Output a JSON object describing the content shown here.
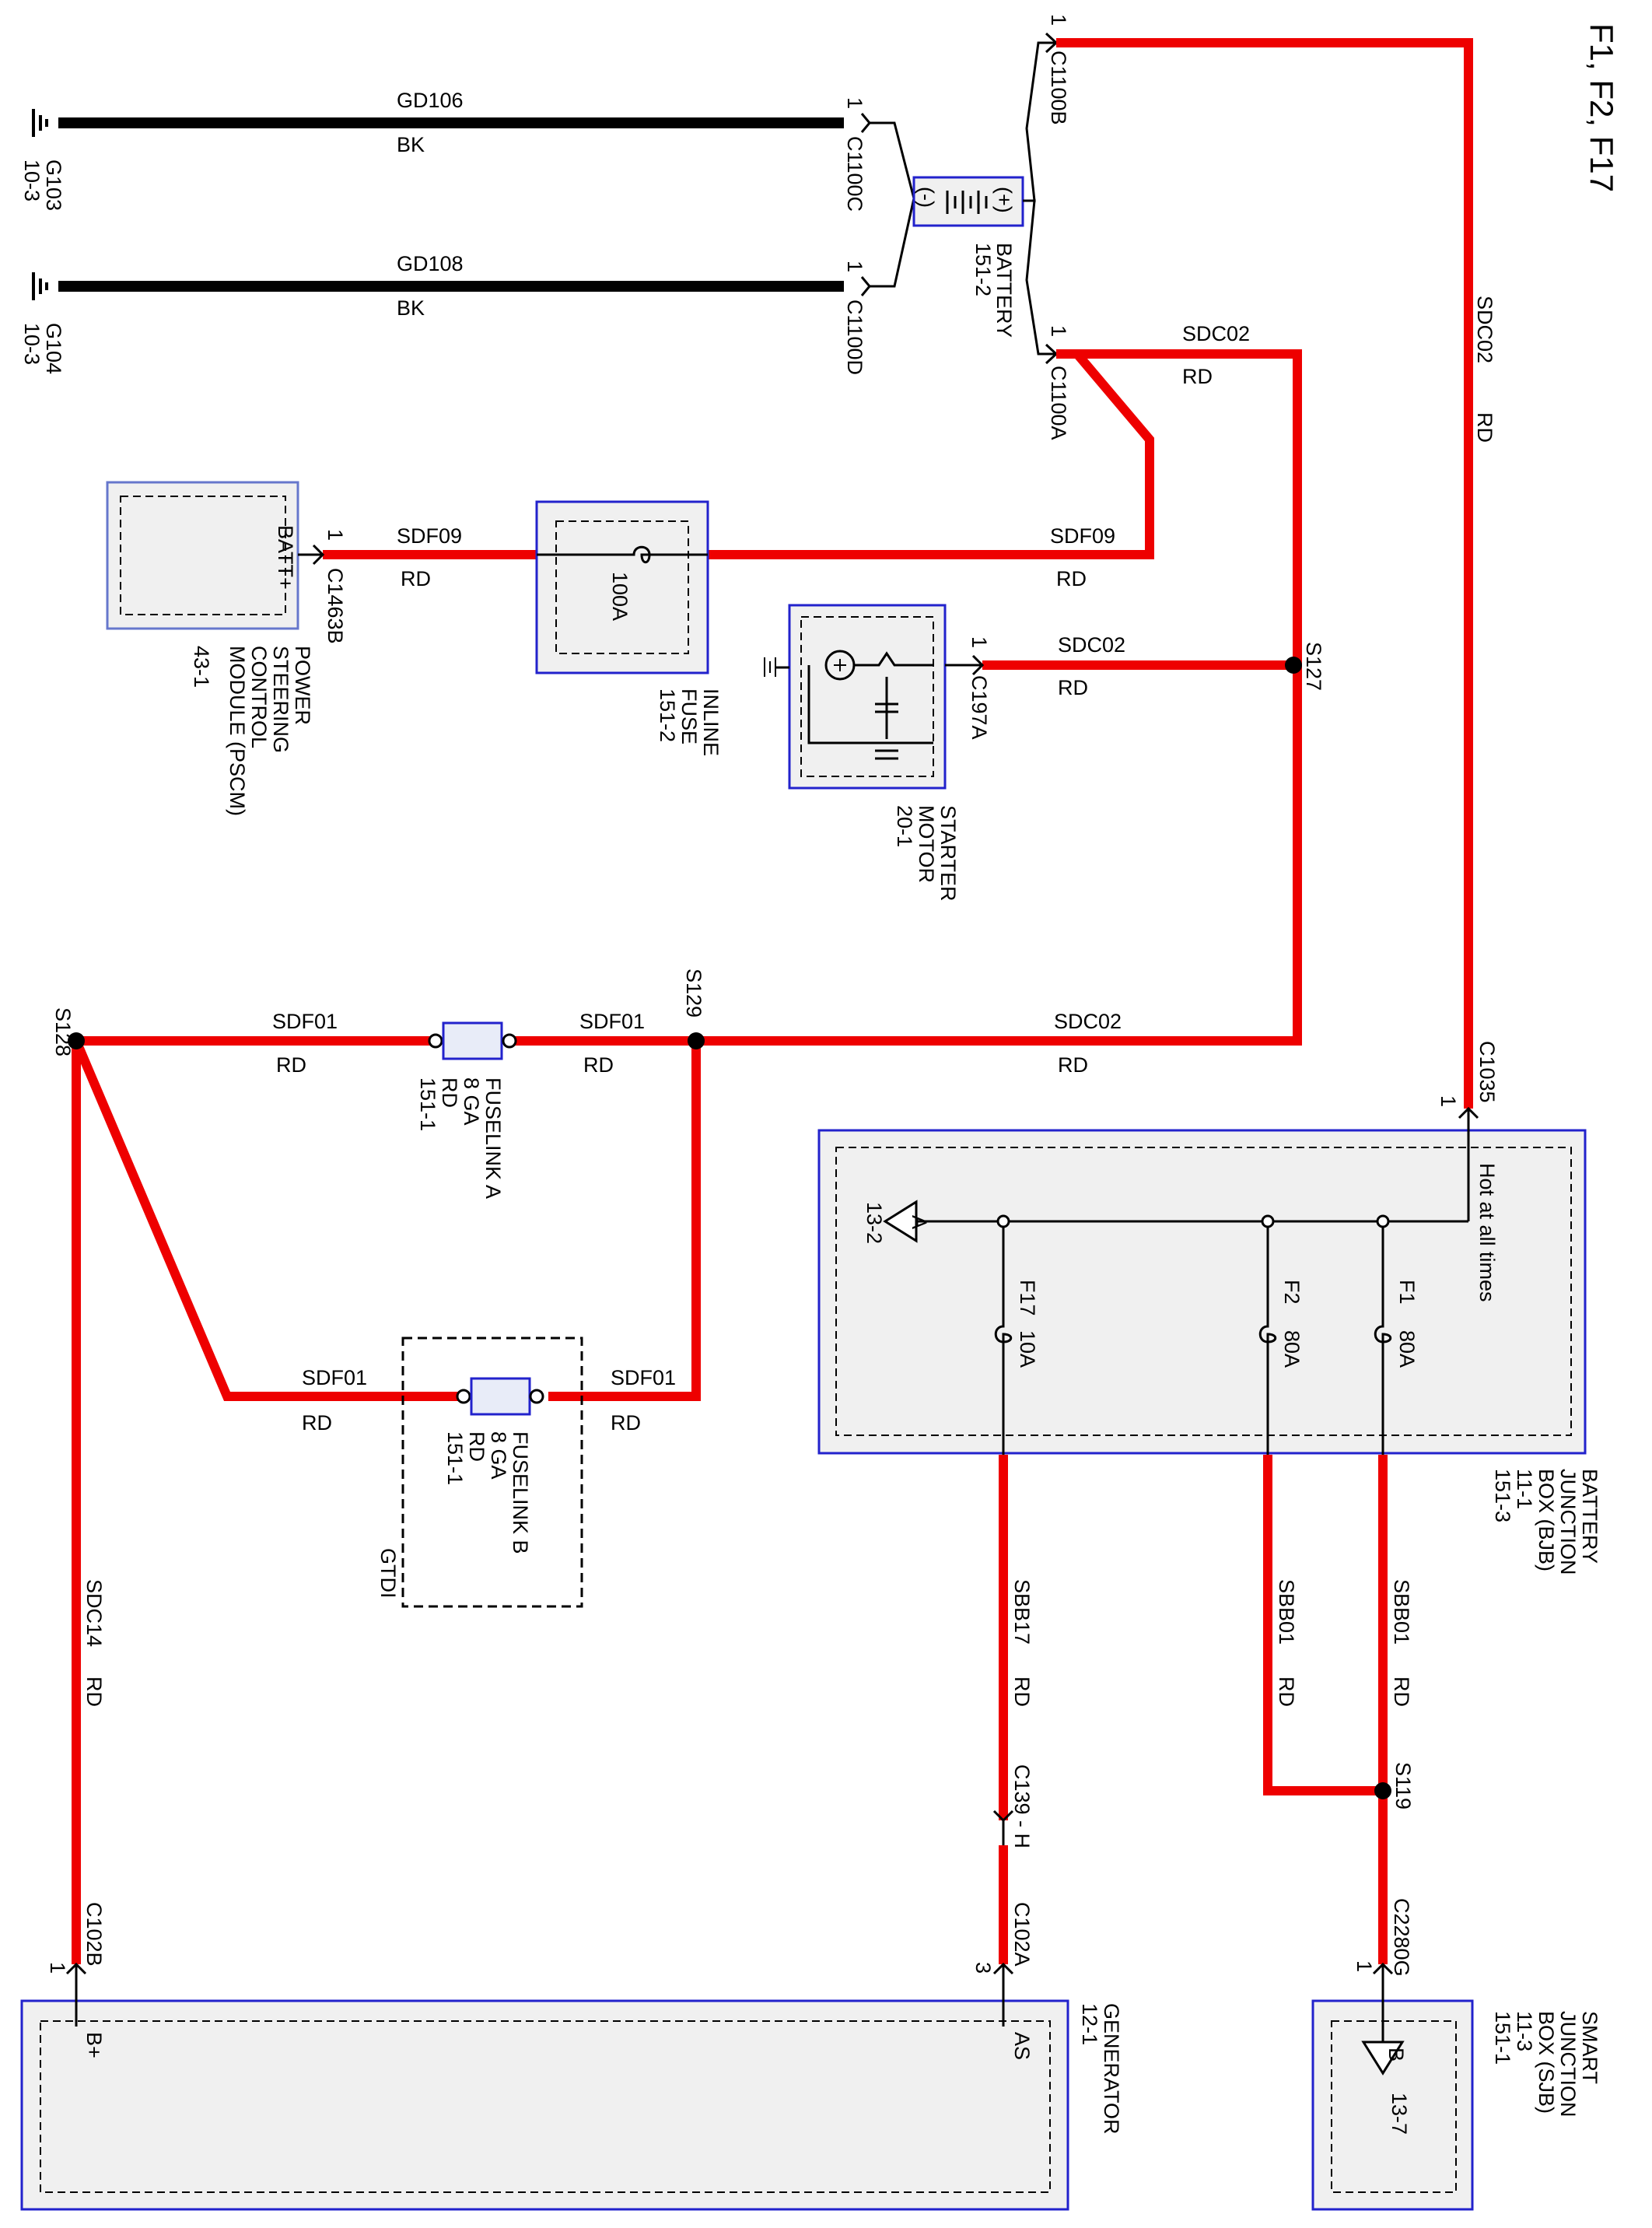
{
  "page": {
    "title": "F1, F2, F17"
  },
  "colors": {
    "power_wire": "#ee0000",
    "ground_wire": "#000000",
    "component_border": "#2222cc",
    "component_fill": "#f0f0f0",
    "splice": "#000000"
  },
  "grounds": [
    {
      "id": "G103",
      "ref": "10-3",
      "circuit": "GD106",
      "color": "BK",
      "connector": "C1100C",
      "pin": "1"
    },
    {
      "id": "G104",
      "ref": "10-3",
      "circuit": "GD108",
      "color": "BK",
      "connector": "C1100D",
      "pin": "1"
    }
  ],
  "battery": {
    "name": "BATTERY",
    "ref": "151-2",
    "neg": "(-)",
    "pos": "(+)",
    "connectors": [
      {
        "id": "C1100B",
        "pin": "1"
      },
      {
        "id": "C1100A",
        "pin": "1"
      }
    ]
  },
  "components": {
    "pscm": {
      "line1": "POWER",
      "line2": "STEERING",
      "line3": "CONTROL",
      "line4": "MODULE (PSCM)",
      "ref": "43-1",
      "pin_label": "BATT+",
      "connector": "C1463B",
      "pin": "1"
    },
    "inline_fuse": {
      "line1": "INLINE",
      "line2": "FUSE",
      "ref": "151-2",
      "rating": "100A"
    },
    "starter": {
      "line1": "STARTER",
      "line2": "MOTOR",
      "ref": "20-1",
      "connector": "C197A",
      "pin": "1"
    },
    "fuselink_a": {
      "line1": "FUSELINK A",
      "line2": "8 GA",
      "line3": "RD",
      "ref": "151-1"
    },
    "fuselink_b": {
      "line1": "FUSELINK B",
      "line2": "8 GA",
      "line3": "RD",
      "ref": "151-1",
      "group_label": "GTDI"
    },
    "bjb": {
      "line1": "BATTERY",
      "line2": "JUNCTION",
      "line3": "BOX (BJB)",
      "ref1": "11-1",
      "ref2": "151-3",
      "note": "Hot at all times",
      "connector": "C1035",
      "pin": "1",
      "ref_flag": "A",
      "ref_flag_page": "13-2",
      "fuses": [
        {
          "name": "F1",
          "rating": "80A"
        },
        {
          "name": "F2",
          "rating": "80A"
        },
        {
          "name": "F17",
          "rating": "10A"
        }
      ]
    },
    "sjb": {
      "line1": "SMART",
      "line2": "JUNCTION",
      "line3": "BOX (SJB)",
      "ref1": "11-3",
      "ref2": "151-1",
      "connector": "C2280G",
      "pin": "1",
      "ref_flag": "B",
      "ref_flag_page": "13-7"
    },
    "generator": {
      "name": "GENERATOR",
      "ref": "12-1",
      "pin_bplus": "B+",
      "pin_as": "AS",
      "conn_b": "C102B",
      "conn_b_pin": "1",
      "conn_a": "C102A",
      "conn_a_pin": "3",
      "inline_conn": "C139 - H"
    }
  },
  "circuits": {
    "sdc02": "SDC02",
    "sdf09": "SDF09",
    "sdf01": "SDF01",
    "sdc14": "SDC14",
    "sbb01": "SBB01",
    "sbb17": "SBB17",
    "rd": "RD"
  },
  "splices": [
    "S127",
    "S128",
    "S129",
    "S119"
  ]
}
